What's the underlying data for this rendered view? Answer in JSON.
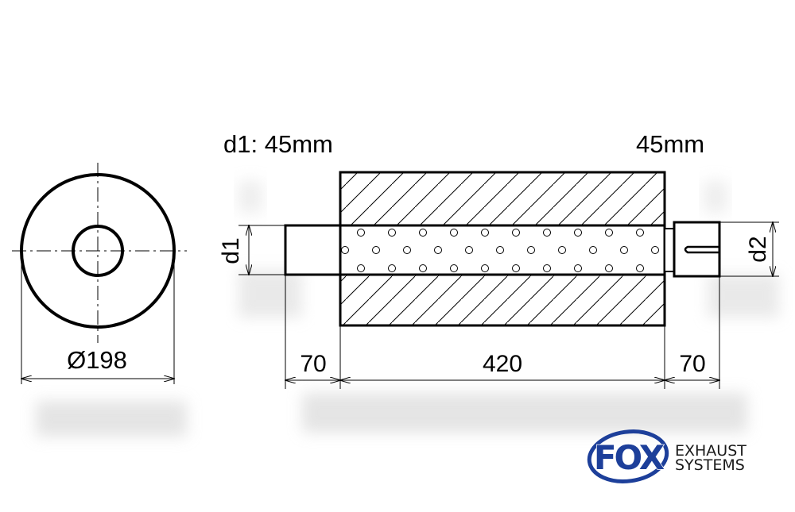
{
  "labels": {
    "d1_spec": "d1: 45mm",
    "d2_spec": "45mm",
    "d1": "d1",
    "d2": "d2",
    "outer_diameter": "Ø198",
    "inlet_length": "70",
    "body_length": "420",
    "outlet_length": "70"
  },
  "logo": {
    "brand": "FOX",
    "line1": "EXHAUST",
    "line2": "SYSTEMS",
    "colors": {
      "blue": "#1d3f9a",
      "text": "#1a1a1a"
    }
  },
  "colors": {
    "line": "#000000",
    "background": "#ffffff",
    "shadow": "#d9d9d9"
  }
}
